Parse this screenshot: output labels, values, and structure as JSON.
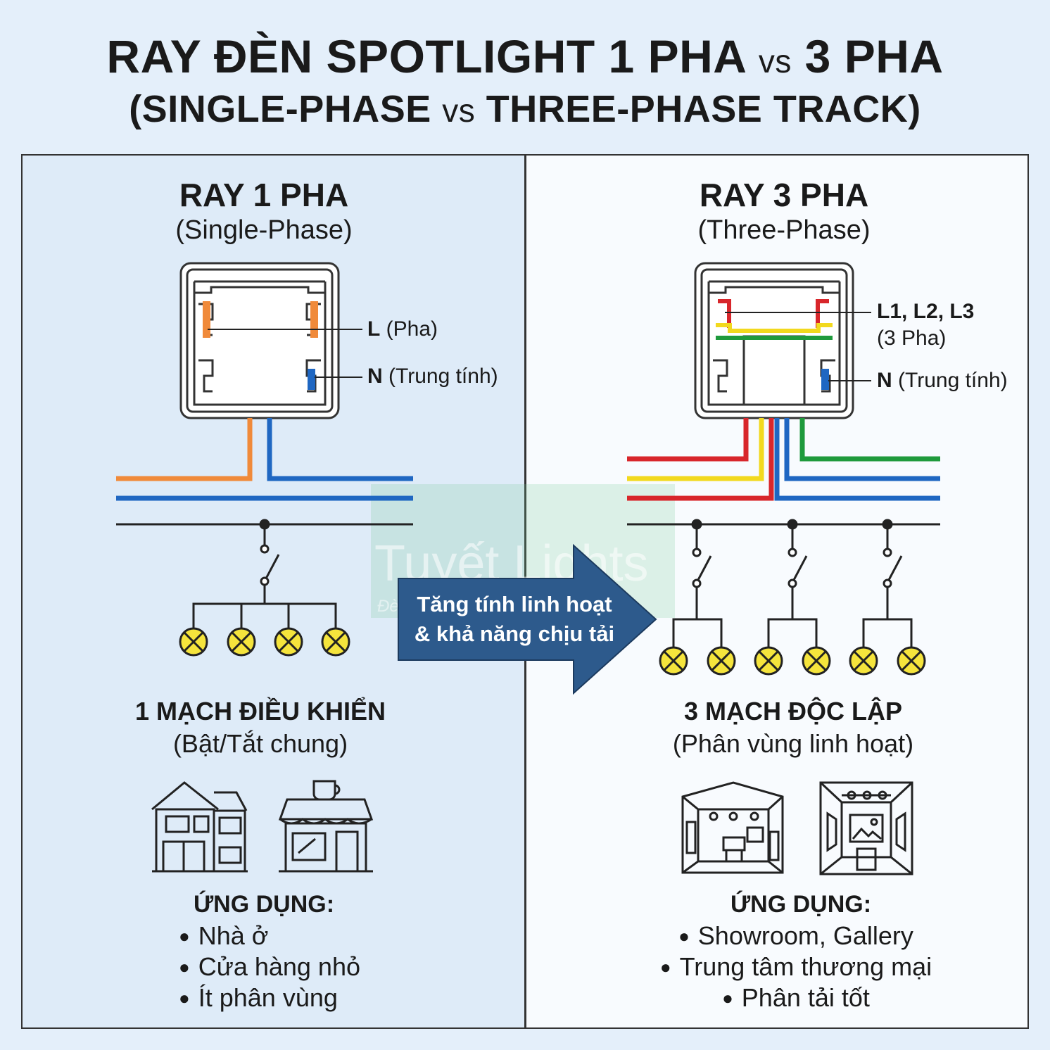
{
  "title": {
    "line1_pre": "RAY ĐÈN SPOTLIGHT 1 PHA",
    "line1_vs": "vs",
    "line1_post": "3 PHA",
    "line2_pre": "(SINGLE-PHASE",
    "line2_vs": "vs",
    "line2_post": "THREE-PHASE TRACK)"
  },
  "left": {
    "title": "RAY 1 PHA",
    "subtitle": "(Single-Phase)",
    "label_l_bold": "L",
    "label_l_rest": " (Pha)",
    "label_n_bold": "N",
    "label_n_rest": " (Trung tính)",
    "circuit_title": "1 MẠCH ĐIỀU KHIỂN",
    "circuit_sub": "(Bật/Tắt chung)",
    "apps_title": "ỨNG DỤNG:",
    "apps": [
      "Nhà ở",
      "Cửa hàng nhỏ",
      "Ít phân vùng"
    ]
  },
  "right": {
    "title": "RAY 3 PHA",
    "subtitle": "(Three-Phase)",
    "label_l_bold": "L1, L2, L3",
    "label_l_rest": "(3 Pha)",
    "label_n_bold": "N",
    "label_n_rest": " (Trung tính)",
    "circuit_title": "3 MẠCH ĐỘC LẬP",
    "circuit_sub": "(Phân vùng linh hoạt)",
    "apps_title": "ỨNG DỤNG:",
    "apps": [
      "Showroom, Gallery",
      "Trung tâm thương mại",
      "Phân tải tốt"
    ]
  },
  "arrow": {
    "line1": "Tăng tính linh hoạt",
    "line2": "& khả năng chịu tải"
  },
  "watermark": {
    "text": "Tuyết Lights",
    "sub": "Đèn ... chất"
  },
  "colors": {
    "phase_single": "#f08a3a",
    "neutral": "#1f67c2",
    "l1": "#d8262b",
    "l2": "#f2d91e",
    "l3": "#1f9a3c",
    "lamp": "#f5e43c",
    "arrow": "#2d5a8c"
  },
  "icons": {
    "house": "house-icon",
    "shop": "shop-icon",
    "showroom": "showroom-icon",
    "gallery": "gallery-icon"
  }
}
